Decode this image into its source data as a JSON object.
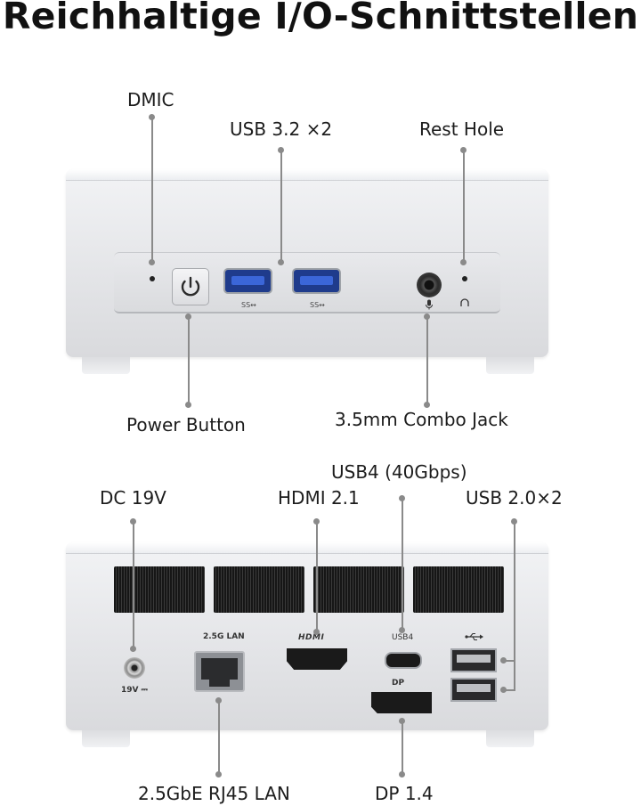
{
  "title": "Reichhaltige I/O-Schnittstellen",
  "front": {
    "dmic": "DMIC",
    "usb32": "USB 3.2 ×2",
    "rest_hole": "Rest Hole",
    "power_button": "Power Button",
    "combo_jack": "3.5mm Combo Jack",
    "usb_port_mark": "SS↭"
  },
  "rear": {
    "dc": "DC 19V",
    "hdmi": "HDMI 2.1",
    "usb4": "USB4 (40Gbps)",
    "usb20": "USB 2.0×2",
    "rj45": "2.5GbE RJ45 LAN",
    "dp": "DP 1.4",
    "port_label_lan": "2.5G LAN",
    "port_label_hdmi": "HDMI",
    "port_label_usb4": "USB4",
    "port_label_dp": "DP",
    "port_label_dc": "19V ⎓"
  },
  "icons": [
    "power-icon",
    "microphone-icon",
    "headphone-icon",
    "usb-icon"
  ]
}
